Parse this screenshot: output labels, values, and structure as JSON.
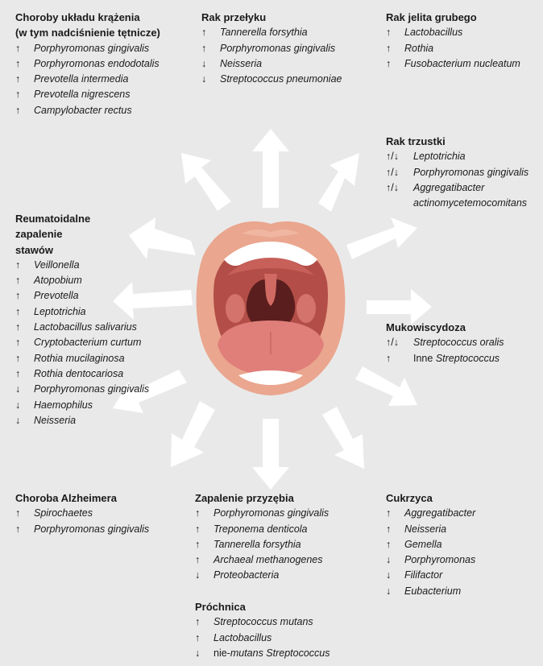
{
  "panels": [
    {
      "id": "cardio",
      "title": [
        "Choroby układu krążenia",
        "(w tym nadciśnienie tętnicze)"
      ],
      "items": [
        [
          "↑",
          "Porphyromonas gingivalis"
        ],
        [
          "↑",
          "Porphyromonas endodotalis"
        ],
        [
          "↑",
          "Prevotella intermedia"
        ],
        [
          "↑",
          "Prevotella  nigrescens"
        ],
        [
          "↑",
          "Campylobacter rectus"
        ]
      ]
    },
    {
      "id": "esophagus",
      "title": [
        "Rak przełyku"
      ],
      "items": [
        [
          "↑",
          "Tannerella forsythia"
        ],
        [
          "↑",
          "Porphyromonas gingivalis"
        ],
        [
          "↓",
          "Neisseria"
        ],
        [
          "↓",
          "Streptococcus pneumoniae"
        ]
      ]
    },
    {
      "id": "colon",
      "title": [
        "Rak jelita grubego"
      ],
      "items": [
        [
          "↑",
          "Lactobacillus"
        ],
        [
          "↑",
          "Rothia"
        ],
        [
          "↑",
          "Fusobacterium nucleatum"
        ]
      ]
    },
    {
      "id": "pancreas",
      "title": [
        "Rak trzustki"
      ],
      "items": [
        [
          "↑/↓",
          "Leptotrichia"
        ],
        [
          "↑/↓",
          "Porphyromonas gingivalis"
        ],
        [
          "↑/↓",
          "Aggregatibacter",
          "actinomycetemocomitans"
        ]
      ]
    },
    {
      "id": "ra",
      "title": [
        "Reumatoidalne",
        "zapalenie",
        "stawów"
      ],
      "items": [
        [
          "↑",
          "Veillonella"
        ],
        [
          "↑",
          "Atopobium"
        ],
        [
          "↑",
          "Prevotella"
        ],
        [
          "↑",
          "Leptotrichia"
        ],
        [
          "↑",
          "Lactobacillus salivarius"
        ],
        [
          "↑",
          "Cryptobacterium curtum"
        ],
        [
          "↑",
          "Rothia mucilaginosa"
        ],
        [
          "↑",
          "Rothia dentocariosa"
        ],
        [
          "↓",
          "Porphyromonas gingivalis"
        ],
        [
          "↓",
          "Haemophilus"
        ],
        [
          "↓",
          "Neisseria"
        ]
      ]
    },
    {
      "id": "cf",
      "title": [
        "Mukowiscydoza"
      ],
      "items": [
        [
          "↑/↓",
          "Streptococcus oralis"
        ],
        [
          "↑",
          "Inne |Streptococcus"
        ]
      ]
    },
    {
      "id": "alz",
      "title": [
        "Choroba Alzheimera"
      ],
      "items": [
        [
          "↑",
          "Spirochaetes"
        ],
        [
          "↑",
          "Porphyromonas gingivalis"
        ]
      ]
    },
    {
      "id": "perio",
      "title": [
        "Zapalenie przyzębia"
      ],
      "items": [
        [
          "↑",
          "Porphyromonas gingivalis"
        ],
        [
          "↑",
          "Treponema denticola"
        ],
        [
          "↑",
          "Tannerella forsythia"
        ],
        [
          "↑",
          "Archaeal methanogenes"
        ],
        [
          "↓",
          "Proteobacteria"
        ]
      ]
    },
    {
      "id": "caries",
      "title": [
        "Próchnica"
      ],
      "items": [
        [
          "↑",
          "Streptococcus mutans"
        ],
        [
          "↑",
          "Lactobacillus"
        ],
        [
          "↓",
          "nie-|mutans Streptococcus"
        ]
      ]
    },
    {
      "id": "diabetes",
      "title": [
        "Cukrzyca"
      ],
      "items": [
        [
          "↑",
          "Aggregatibacter"
        ],
        [
          "↑",
          "Neisseria"
        ],
        [
          "↑",
          "Gemella"
        ],
        [
          "↓",
          "Porphyromonas"
        ],
        [
          "↓",
          "Filifactor"
        ],
        [
          "↓",
          "Eubacterium"
        ]
      ]
    }
  ],
  "colors": {
    "background": "#e9e9e9",
    "arrow": "#ffffff",
    "lip": "#eaa68f",
    "mouth": "#b24e47",
    "tongue": "#e07f79",
    "teeth": "#ffffff"
  }
}
